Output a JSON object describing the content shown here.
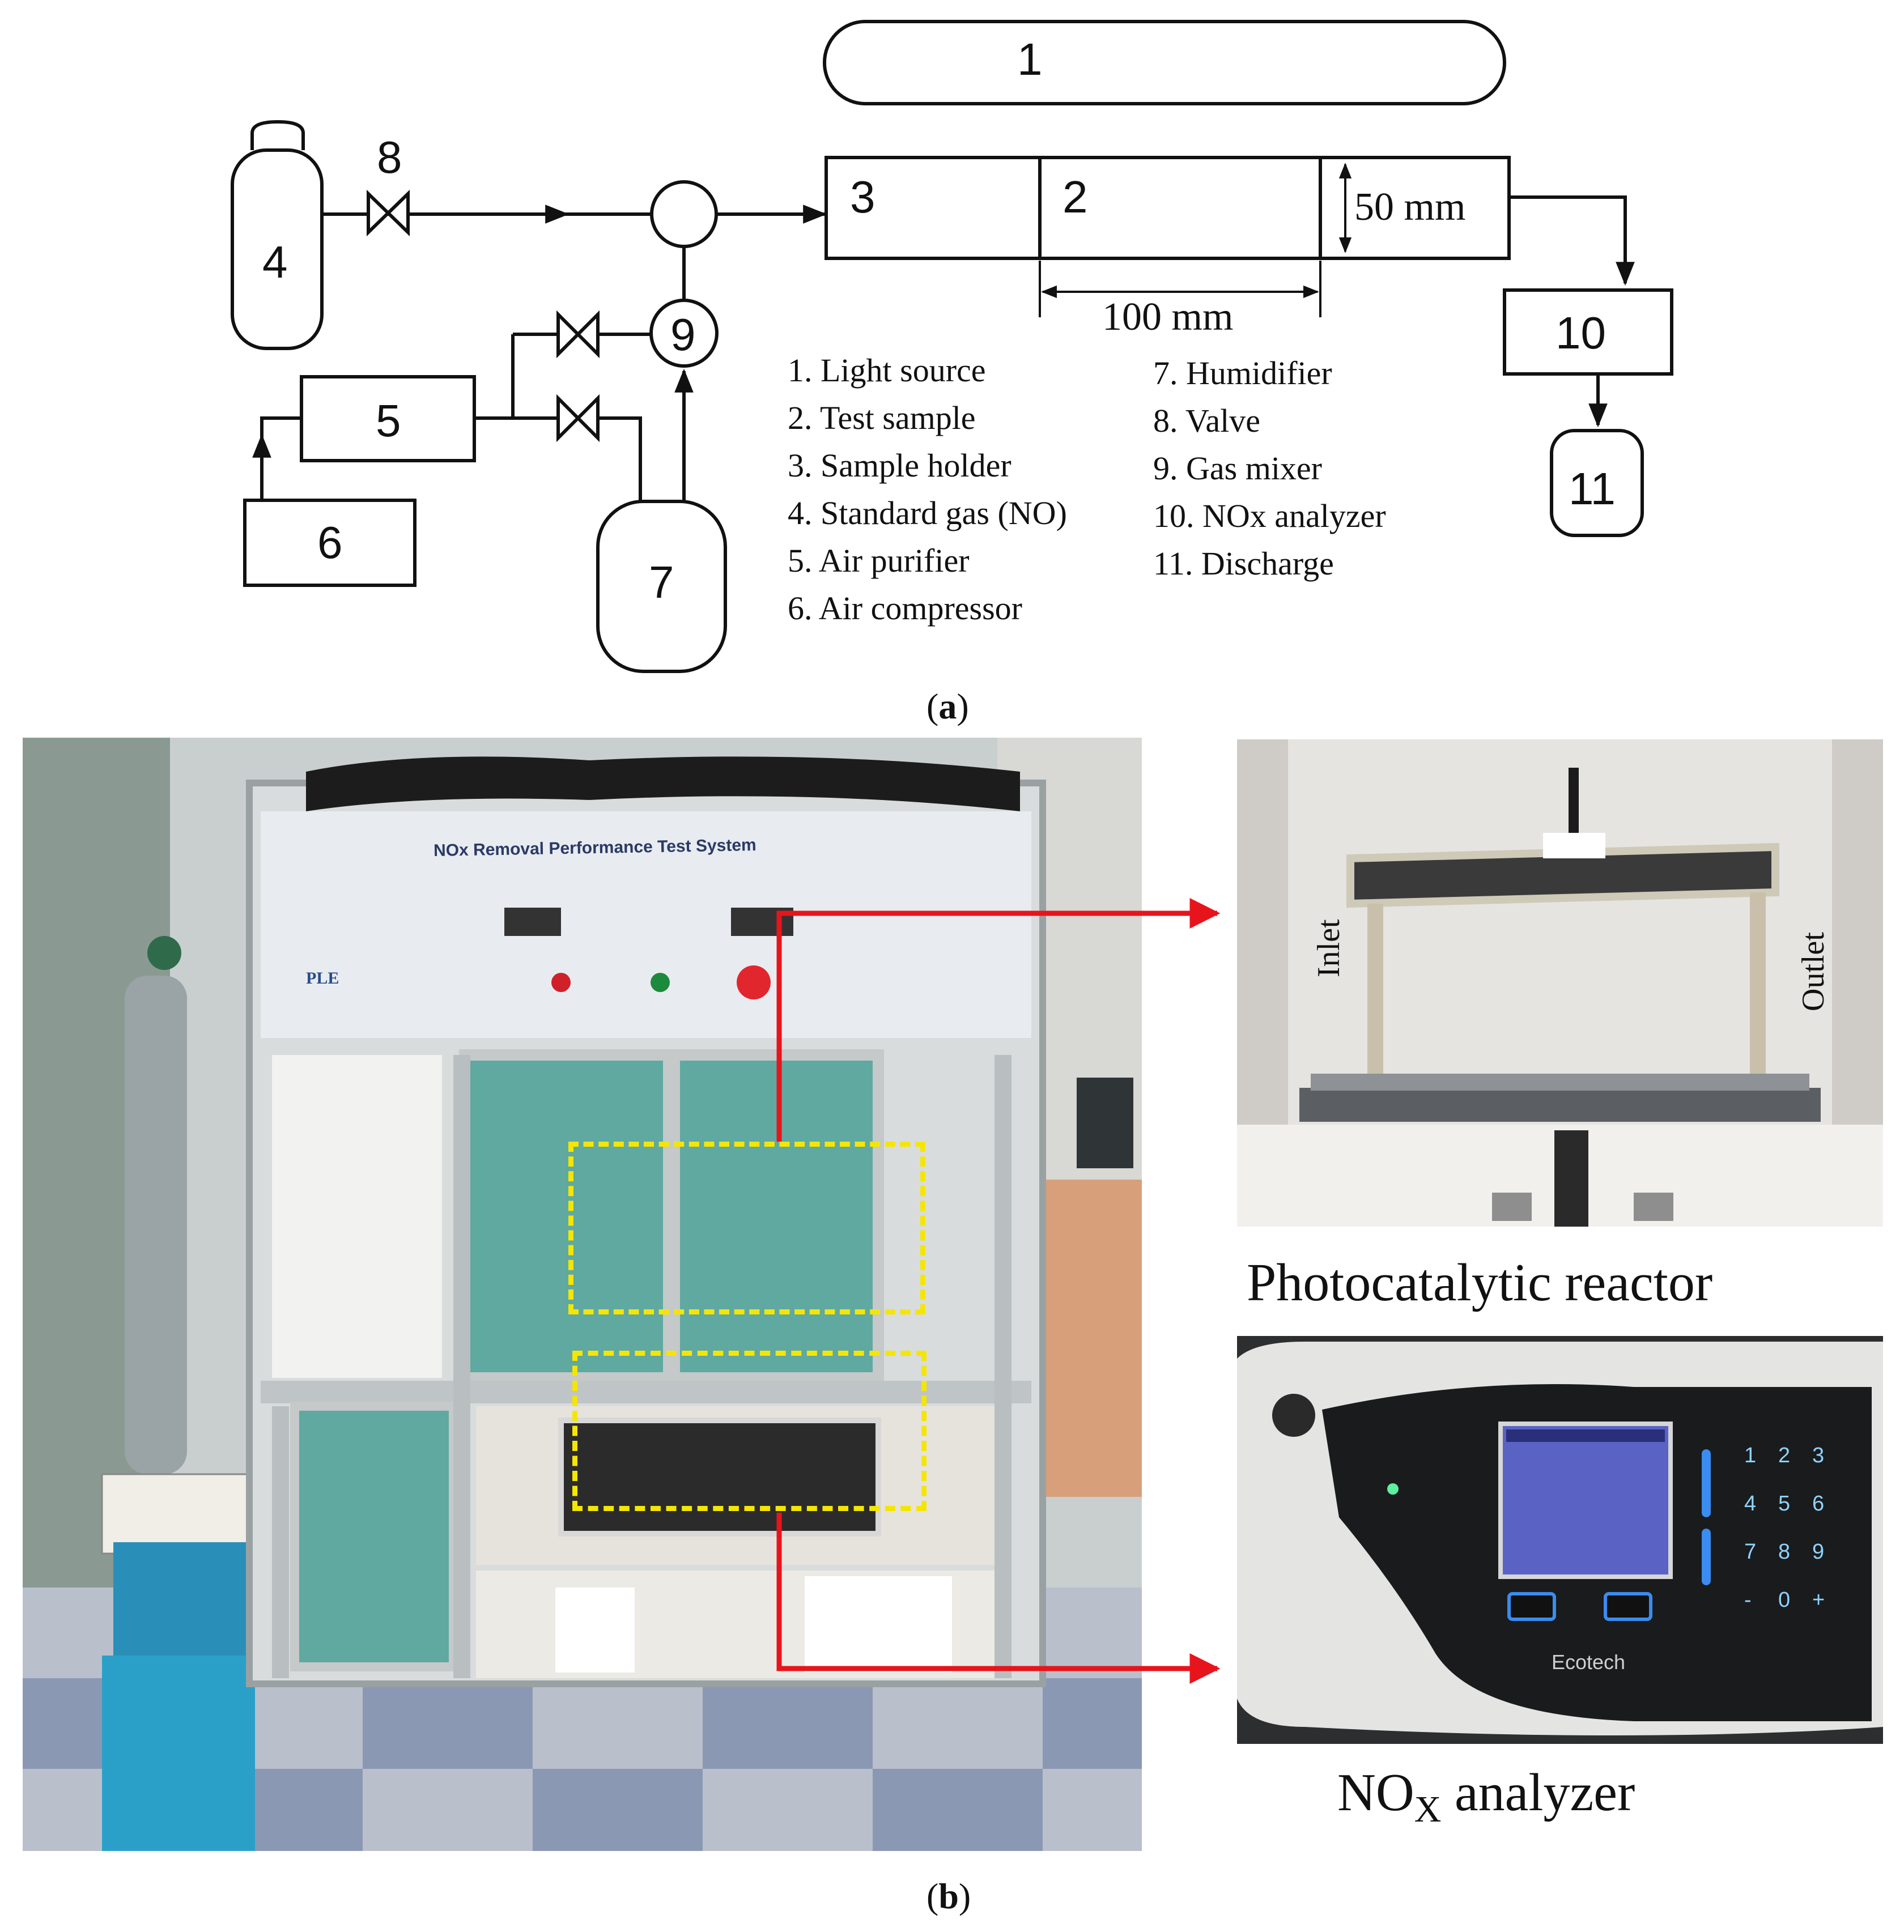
{
  "panel_a": {
    "caption": "a",
    "components": {
      "c1": "1",
      "c2": "2",
      "c3": "3",
      "c4": "4",
      "c5": "5",
      "c6": "6",
      "c7": "7",
      "c8": "8",
      "c9": "9",
      "c10": "10",
      "c11": "11"
    },
    "dimensions": {
      "height": "50 mm",
      "length": "100 mm"
    },
    "legend_left": [
      "1. Light source",
      "2. Test sample",
      "3. Sample holder",
      "4. Standard gas (NO)",
      "5. Air purifier",
      "6. Air compressor"
    ],
    "legend_right": [
      "7. Humidifier",
      "8. Valve",
      "9. Gas mixer",
      "10. NOx analyzer",
      "11. Discharge"
    ]
  },
  "panel_b": {
    "caption": "b",
    "main_photo": {
      "panel_title": "NOx Removal Performance Test System",
      "brand": "PLE"
    },
    "reactor_photo": {
      "label": "Photocatalytic reactor",
      "inlet": "Inlet",
      "outlet": "Outlet"
    },
    "analyzer_photo": {
      "label_prefix": "NO",
      "label_sub": "X",
      "label_suffix": " analyzer",
      "brand": "Ecotech",
      "keypad": [
        "1",
        "2",
        "3",
        "4",
        "5",
        "6",
        "7",
        "8",
        "9",
        "-",
        "0",
        "+"
      ]
    },
    "colors": {
      "callout": "#e8141c",
      "highlight": "#f5e600"
    }
  }
}
